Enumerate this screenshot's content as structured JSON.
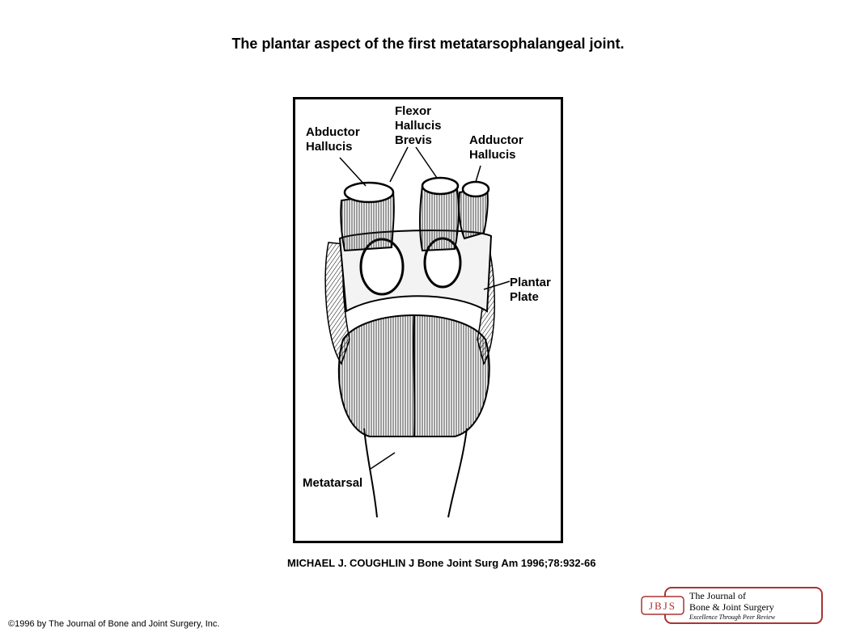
{
  "title": "The plantar aspect of the first metatarsophalangeal joint.",
  "figure": {
    "labels": {
      "abductor_line1": "Abductor",
      "abductor_line2": "Hallucis",
      "flexor_line1": "Flexor",
      "flexor_line2": "Hallucis",
      "flexor_line3": "Brevis",
      "adductor_line1": "Adductor",
      "adductor_line2": "Hallucis",
      "plantar_line1": "Plantar",
      "plantar_line2": "Plate",
      "metatarsal": "Metatarsal"
    }
  },
  "citation": "MICHAEL J. COUGHLIN J Bone Joint Surg Am 1996;78:932-66",
  "copyright": "©1996 by The Journal of Bone and Joint Surgery, Inc.",
  "logo": {
    "abbrev": "JBJS",
    "line1": "The Journal of",
    "line2": "Bone & Joint Surgery",
    "tagline": "Excellence Through Peer Review"
  }
}
